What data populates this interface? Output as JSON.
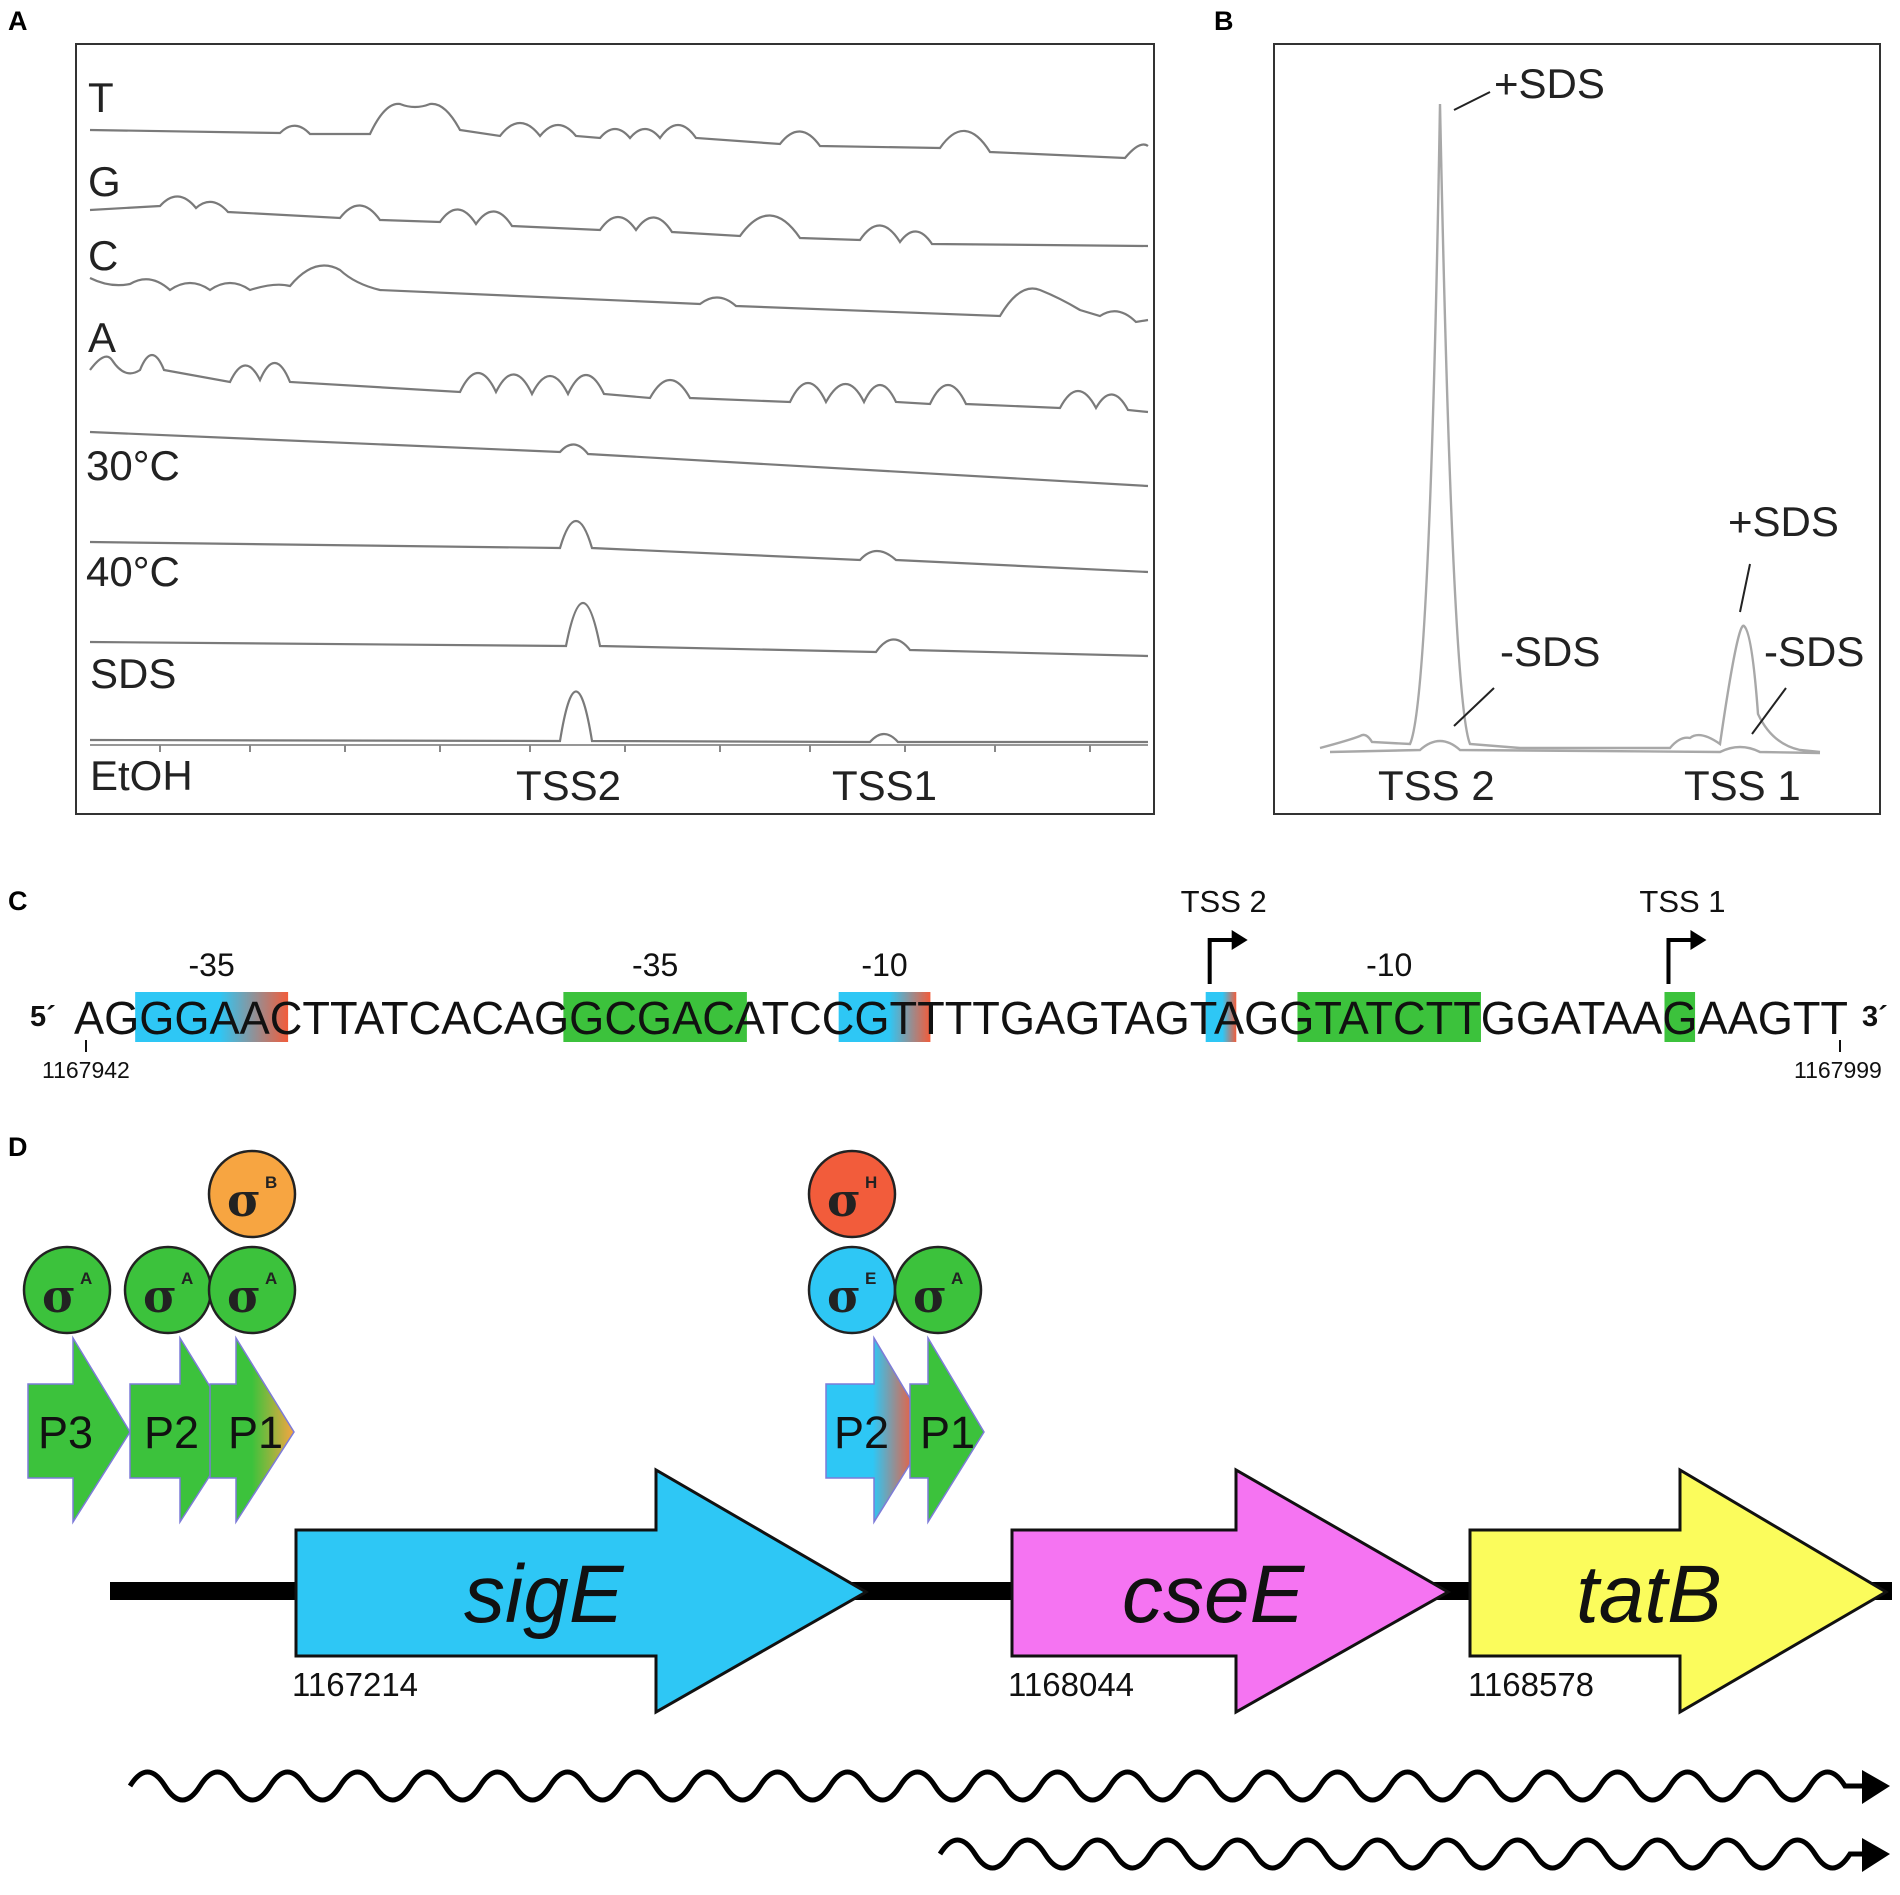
{
  "panelA": {
    "letter": "A",
    "lanes": [
      "T",
      "G",
      "C",
      "A",
      "30°C",
      "40°C",
      "SDS",
      "EtOH"
    ],
    "tss2": "TSS2",
    "tss1": "TSS1"
  },
  "panelB": {
    "letter": "B",
    "plus_sds": "+SDS",
    "minus_sds": "-SDS",
    "tss2": "TSS 2",
    "tss1": "TSS 1"
  },
  "panelC": {
    "letter": "C",
    "five_prime": "5´",
    "three_prime": "3´",
    "sequence": "AGGGAACTTATCACAGGCGACATCCGTTTTGAGTAGTAGGTATCTTGGATAAGAAGTT",
    "start_coord": "1167942",
    "end_coord": "1167999",
    "elements": [
      {
        "label": "-35",
        "start": 2,
        "end": 7,
        "fill": "gradient-blue-red"
      },
      {
        "label": "-35",
        "start": 16,
        "end": 22,
        "fill": "#3cc23c"
      },
      {
        "label": "-10",
        "start": 25,
        "end": 28,
        "fill": "gradient-blue-red"
      },
      {
        "label": "-10",
        "start": 40,
        "end": 46,
        "fill": "#3cc23c"
      }
    ],
    "tss_marks": [
      {
        "label": "TSS 2",
        "index": 37,
        "fill": "gradient-blue-red"
      },
      {
        "label": "TSS 1",
        "index": 52,
        "fill": "#3cc23c"
      }
    ]
  },
  "panelD": {
    "letter": "D",
    "sigma_symbol": "σ",
    "sigmas": [
      {
        "sub": "A",
        "color": "#3cc23c"
      },
      {
        "sub": "A",
        "color": "#3cc23c"
      },
      {
        "sub": "A",
        "color": "#3cc23c"
      },
      {
        "sub": "B",
        "color": "#f7a541"
      },
      {
        "sub": "E",
        "color": "#2ec7f5"
      },
      {
        "sub": "A",
        "color": "#3cc23c"
      },
      {
        "sub": "H",
        "color": "#f25c3b"
      }
    ],
    "promoters": [
      "P3",
      "P2",
      "P1",
      "P2",
      "P1"
    ],
    "genes": [
      {
        "name": "sigE",
        "coord": "1167214",
        "color": "#2ec7f5"
      },
      {
        "name": "cseE",
        "coord": "1168044",
        "color": "#f574f2"
      },
      {
        "name": "tatB",
        "coord": "1168578",
        "color": "#fbfc5c"
      }
    ],
    "colors": {
      "sigmaA": "#3cc23c",
      "sigmaB": "#f7a541",
      "sigmaE": "#2ec7f5",
      "sigmaH": "#f25c3b"
    }
  }
}
